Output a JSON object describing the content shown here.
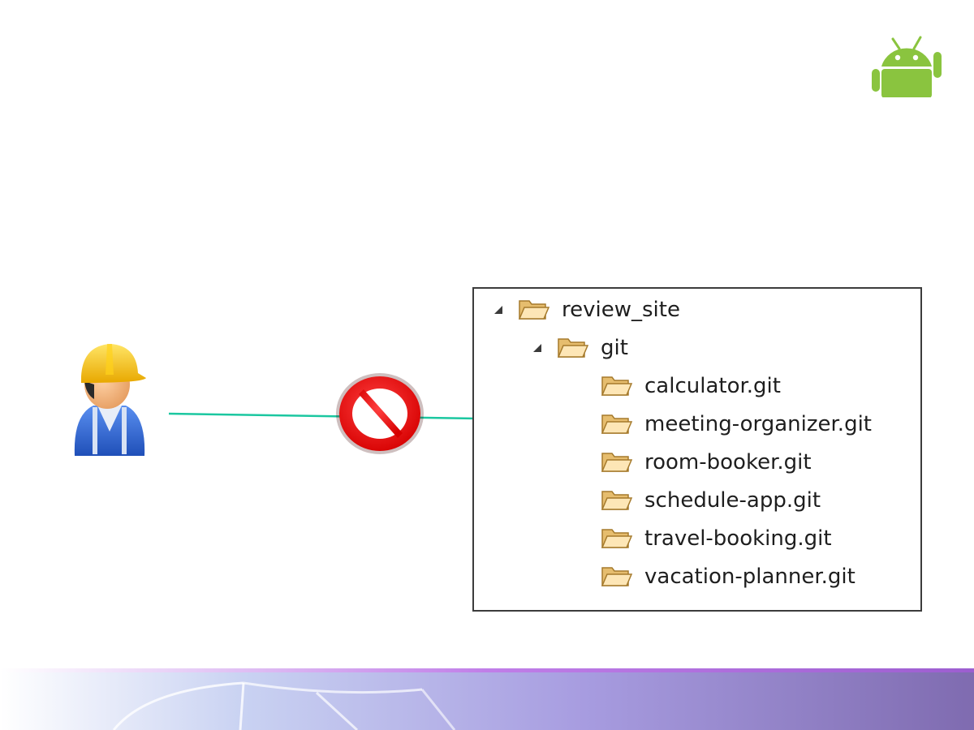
{
  "slide": {
    "illustrations": {
      "logo_icon": "android-icon",
      "person_icon": "construction-worker-icon",
      "blocked_icon": "no-entry-icon",
      "arrow_color": "#1bc7a0",
      "accent_purple": "#7f6bb0"
    },
    "tree": {
      "root": {
        "label": "review_site",
        "expanded": true
      },
      "git": {
        "label": "git",
        "expanded": true
      },
      "repos": [
        {
          "label": "calculator.git"
        },
        {
          "label": "meeting-organizer.git"
        },
        {
          "label": "room-booker.git"
        },
        {
          "label": "schedule-app.git"
        },
        {
          "label": "travel-booking.git"
        },
        {
          "label": "vacation-planner.git"
        }
      ]
    }
  }
}
